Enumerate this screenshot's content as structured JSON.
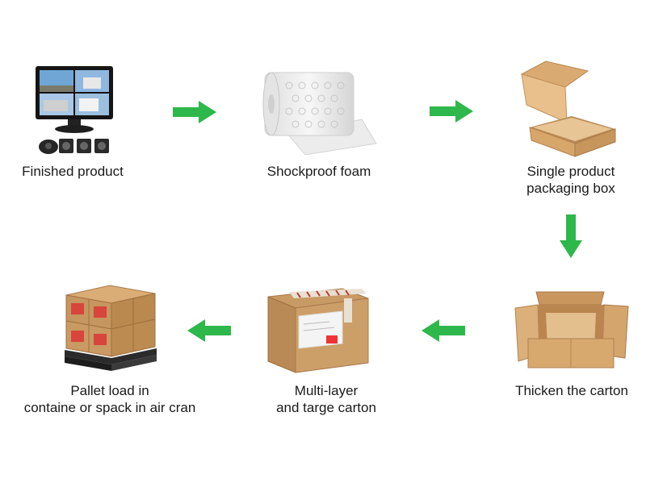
{
  "steps": [
    {
      "id": "finished-product",
      "lines": [
        "Finished product"
      ],
      "icon": "monitor-with-cameras-icon"
    },
    {
      "id": "shockproof-foam",
      "lines": [
        "Shockproof foam"
      ],
      "icon": "bubble-wrap-roll-icon"
    },
    {
      "id": "single-box",
      "lines": [
        "Single product",
        "packaging box"
      ],
      "icon": "open-product-box-icon"
    },
    {
      "id": "thicken-carton",
      "lines": [
        "Thicken the carton"
      ],
      "icon": "open-carton-icon"
    },
    {
      "id": "multi-layer-carton",
      "lines": [
        "Multi-layer",
        "and targe carton"
      ],
      "icon": "sealed-carton-icon"
    },
    {
      "id": "pallet-load",
      "lines": [
        "Pallet load in",
        "containe or spack in air cran"
      ],
      "icon": "pallet-boxes-icon"
    }
  ],
  "colors": {
    "arrow": "#2eb84b",
    "cardboard": "#c89a64",
    "cardboard_dark": "#a9794a",
    "cardboard_inner": "#deb887"
  }
}
